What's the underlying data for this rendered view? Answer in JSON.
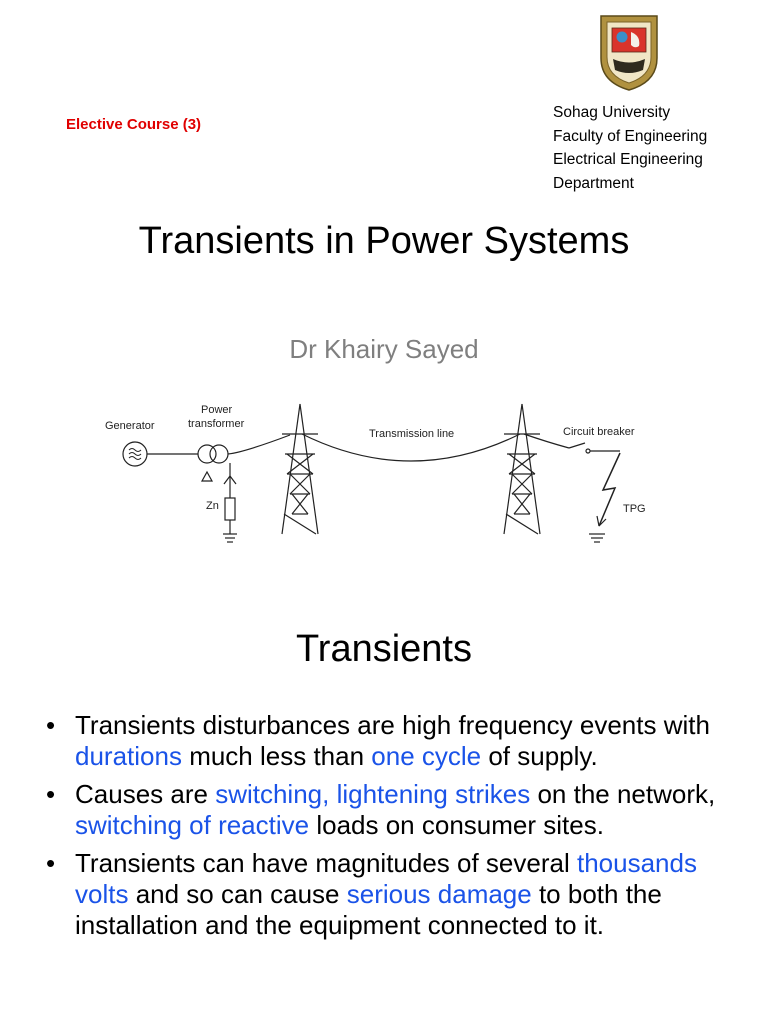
{
  "slide1": {
    "course_label": "Elective Course (3)",
    "university_lines": [
      "Sohag University",
      "Faculty of Engineering",
      "Electrical Engineering",
      "Department"
    ],
    "title": "Transients in Power Systems",
    "author": "Dr Khairy Sayed",
    "diagram_labels": {
      "generator": "Generator",
      "power": "Power",
      "transformer": "transformer",
      "transmission_line": "Transmission line",
      "circuit_breaker": "Circuit breaker",
      "tpg": "TPG",
      "zn": "Zn"
    }
  },
  "slide2": {
    "heading": "Transients",
    "bullets": [
      [
        {
          "text": "Transients disturbances are high frequency events with ",
          "hl": false
        },
        {
          "text": "durations",
          "hl": true
        },
        {
          "text": " much less than ",
          "hl": false
        },
        {
          "text": "one cycle",
          "hl": true
        },
        {
          "text": " of supply.",
          "hl": false
        }
      ],
      [
        {
          "text": "Causes are ",
          "hl": false
        },
        {
          "text": "switching, lightening strikes",
          "hl": true
        },
        {
          "text": " on the network, ",
          "hl": false
        },
        {
          "text": "switching of reactive",
          "hl": true
        },
        {
          "text": " loads on consumer sites.",
          "hl": false
        }
      ],
      [
        {
          "text": "Transients can have magnitudes of several ",
          "hl": false
        },
        {
          "text": "thousands volts",
          "hl": true
        },
        {
          "text": " and so can cause ",
          "hl": false
        },
        {
          "text": "serious damage",
          "hl": true
        },
        {
          "text": " to both the installation and the equipment connected to it.",
          "hl": false
        }
      ]
    ]
  },
  "colors": {
    "course_label": "#e00000",
    "author": "#7f7f7f",
    "highlight": "#1a53e8"
  }
}
